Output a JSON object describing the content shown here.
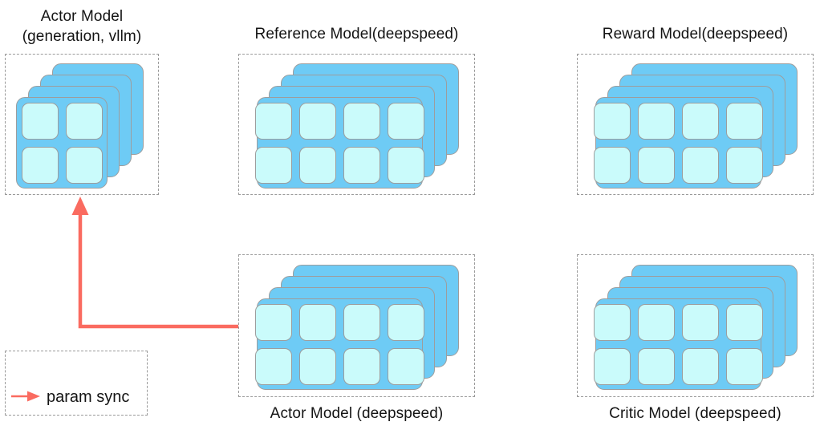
{
  "diagram": {
    "title_bar": null,
    "background_color": "#ffffff",
    "card_color": "#6ECBF5",
    "cell_color": "#CAFBFB",
    "border_color": "#9d9d9d",
    "dash_color": "#9a9a9a",
    "arrow_color": "#FA6B60"
  },
  "groups": [
    {
      "id": "actor-vllm",
      "caption_lines": [
        "Actor Model",
        "(generation, vllm)"
      ],
      "caption_position": "top",
      "cells_columns": 2,
      "cells_rows": 2,
      "card_count": 4
    },
    {
      "id": "reference",
      "caption_lines": [
        "Reference Model(deepspeed)"
      ],
      "caption_position": "top",
      "cells_columns": 4,
      "cells_rows": 2,
      "card_count": 4
    },
    {
      "id": "reward",
      "caption_lines": [
        "Reward Model(deepspeed)"
      ],
      "caption_position": "top",
      "cells_columns": 4,
      "cells_rows": 2,
      "card_count": 4
    },
    {
      "id": "actor-deepspeed",
      "caption_lines": [
        "Actor Model (deepspeed)"
      ],
      "caption_position": "bottom",
      "cells_columns": 4,
      "cells_rows": 2,
      "card_count": 4
    },
    {
      "id": "critic",
      "caption_lines": [
        "Critic Model (deepspeed)"
      ],
      "caption_position": "bottom",
      "cells_columns": 4,
      "cells_rows": 2,
      "card_count": 4
    }
  ],
  "legend": {
    "label": "param sync",
    "arrow_color": "#FA6B60"
  },
  "connector": {
    "name": "param-sync-arrow",
    "from": "actor-deepspeed",
    "to": "actor-vllm",
    "color": "#FA6B60"
  }
}
